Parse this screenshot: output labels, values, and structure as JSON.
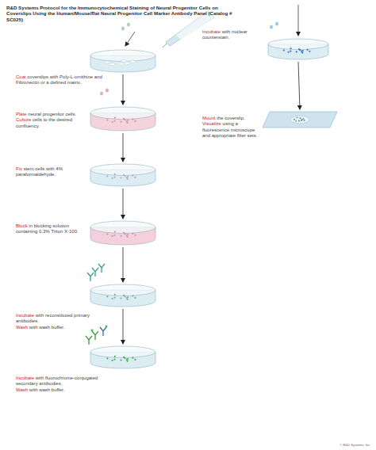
{
  "diagram": {
    "title": "R&D Systems Protocol for the Immunocytochemical Staining of Neural Progenitor Cells on Coverslips Using the Human/Mouse/Rat Neural Progenitor Cell Marker Antibody Panel (Catalog # SC025)",
    "nodes": [
      {
        "text": [
          "Coat",
          "coverslips with Poly-L-ornithine and Fibronectin or a defined matrix."
        ]
      },
      {
        "text": [
          "Plate",
          "neural progenitor cells.",
          "Culture",
          "cells to the desired confluency."
        ]
      },
      {
        "text": [
          "Fix",
          "stem cells with 4% paraformaldehyde."
        ]
      },
      {
        "text": [
          "Block",
          "in blocking solution containing 0.3% Triton X-100."
        ]
      },
      {
        "text": [
          "Incubate",
          "with reconstituted primary antibodies.",
          "Wash",
          "with wash buffer."
        ]
      },
      {
        "text": [
          "Incubate",
          "with fluorochrome-conjugated secondary antibodies.",
          "Wash",
          "with wash buffer."
        ]
      },
      {
        "text": [
          "Incubate",
          "with nuclear counterstain."
        ]
      },
      {
        "text": [
          "Mount",
          "the coverslip.",
          "Visualize",
          "using a fluorescence microscope and appropriate filter sets."
        ]
      }
    ],
    "edges": [
      {
        "from": 0,
        "to": 1,
        "arrow": "to"
      },
      {
        "from": 1,
        "to": 2,
        "arrow": "to"
      },
      {
        "from": 2,
        "to": 3,
        "arrow": "to"
      },
      {
        "from": 3,
        "to": 4,
        "arrow": "to"
      },
      {
        "from": 4,
        "to": 5,
        "arrow": "to"
      },
      {
        "from": 6,
        "to": 7,
        "arrow": "to"
      }
    ],
    "labels": [
      "© R&D Systems, Inc."
    ]
  }
}
